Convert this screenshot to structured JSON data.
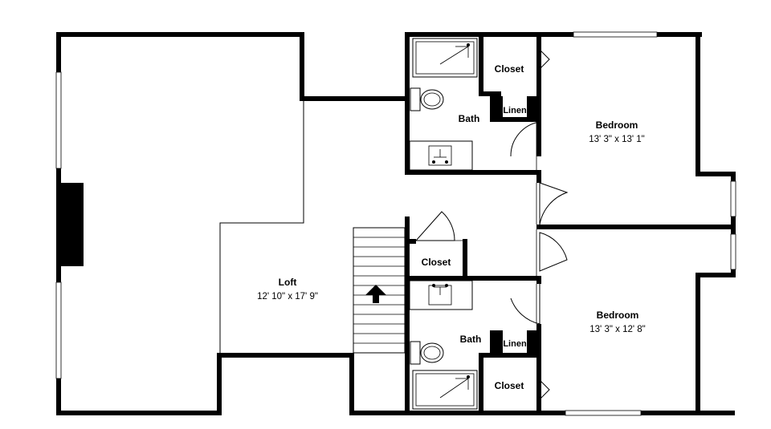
{
  "floor_plan": {
    "rooms": {
      "loft": {
        "name": "Loft",
        "size": "12' 10\" x 17' 9\""
      },
      "bath_upper": {
        "name": "Bath"
      },
      "bath_lower": {
        "name": "Bath"
      },
      "closet_upper": {
        "name": "Closet"
      },
      "closet_hall": {
        "name": "Closet"
      },
      "closet_lower": {
        "name": "Closet"
      },
      "linen_upper": {
        "name": "Linen"
      },
      "linen_lower": {
        "name": "Linen"
      },
      "bedroom_upper": {
        "name": "Bedroom",
        "size": "13' 3\" x 13' 1\""
      },
      "bedroom_lower": {
        "name": "Bedroom",
        "size": "13' 3\" x 12' 8\""
      }
    },
    "stairs": {
      "direction": "up"
    }
  }
}
